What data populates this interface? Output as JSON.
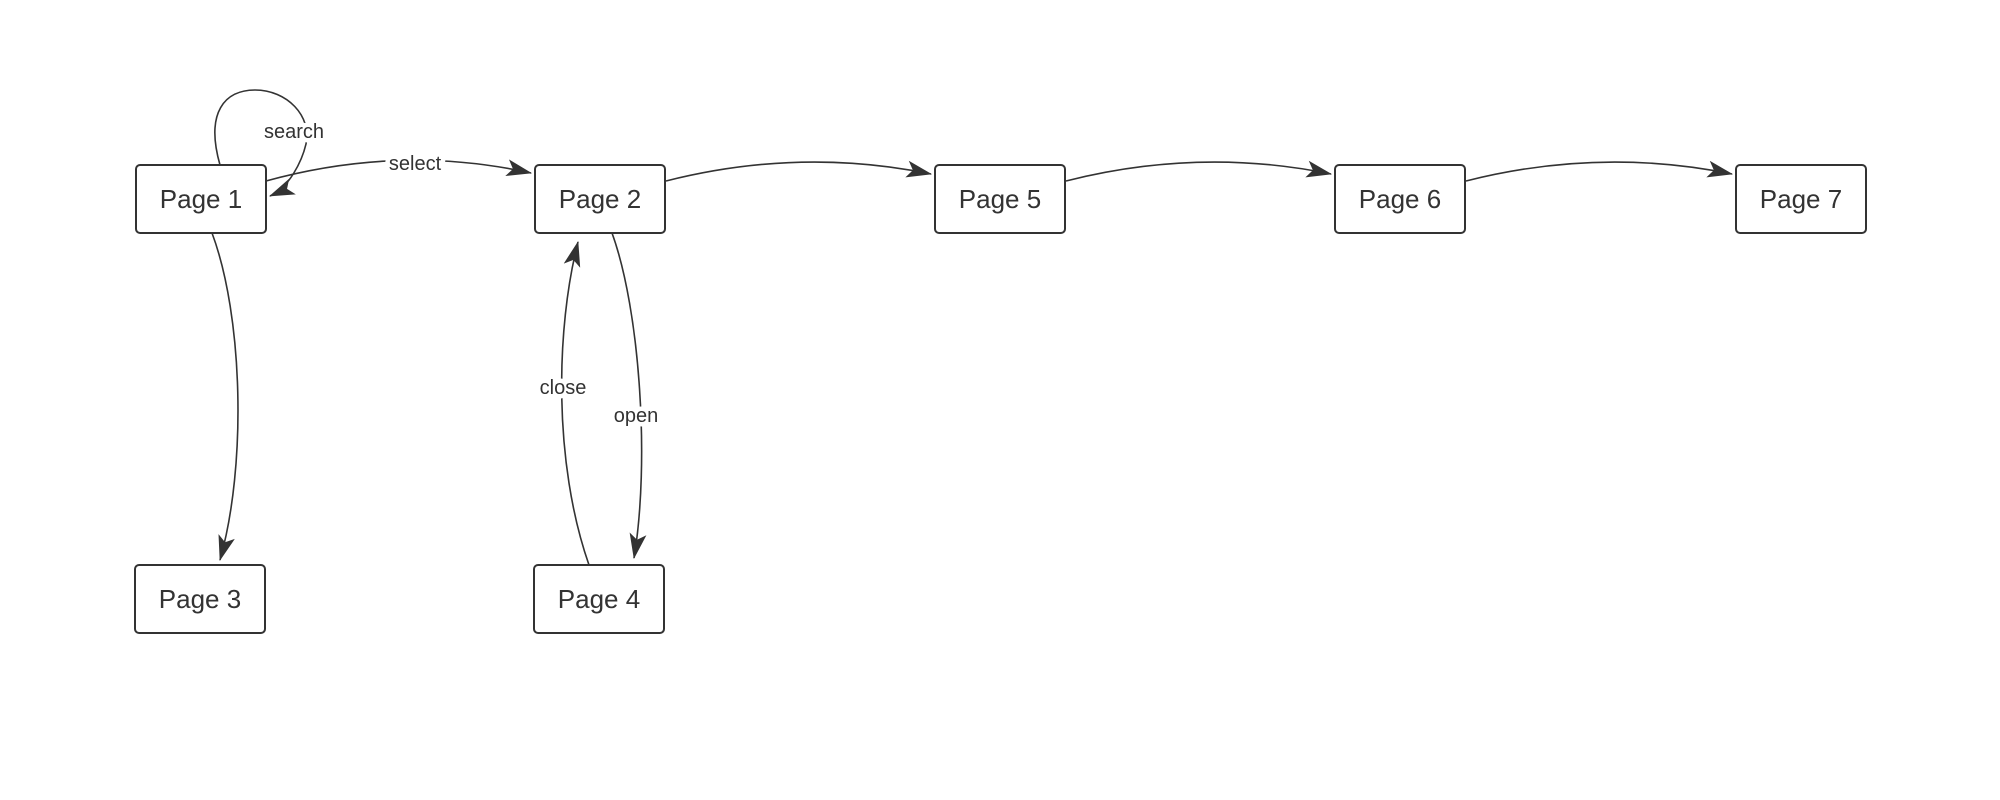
{
  "diagram": {
    "type": "page-navigation-flow",
    "colors": {
      "ink": "#333333",
      "node_fill": "#ffffff",
      "background": "#ffffff"
    },
    "nodes": [
      {
        "id": "page-1",
        "label": "Page 1"
      },
      {
        "id": "page-2",
        "label": "Page 2"
      },
      {
        "id": "page-3",
        "label": "Page 3"
      },
      {
        "id": "page-4",
        "label": "Page 4"
      },
      {
        "id": "page-5",
        "label": "Page 5"
      },
      {
        "id": "page-6",
        "label": "Page 6"
      },
      {
        "id": "page-7",
        "label": "Page 7"
      }
    ],
    "edges": [
      {
        "from": "Page 1",
        "to": "Page 1",
        "label": "search"
      },
      {
        "from": "Page 1",
        "to": "Page 2",
        "label": "select"
      },
      {
        "from": "Page 1",
        "to": "Page 3",
        "label": ""
      },
      {
        "from": "Page 2",
        "to": "Page 4",
        "label": "open"
      },
      {
        "from": "Page 4",
        "to": "Page 2",
        "label": "close"
      },
      {
        "from": "Page 2",
        "to": "Page 5",
        "label": ""
      },
      {
        "from": "Page 5",
        "to": "Page 6",
        "label": ""
      },
      {
        "from": "Page 6",
        "to": "Page 7",
        "label": ""
      }
    ]
  }
}
